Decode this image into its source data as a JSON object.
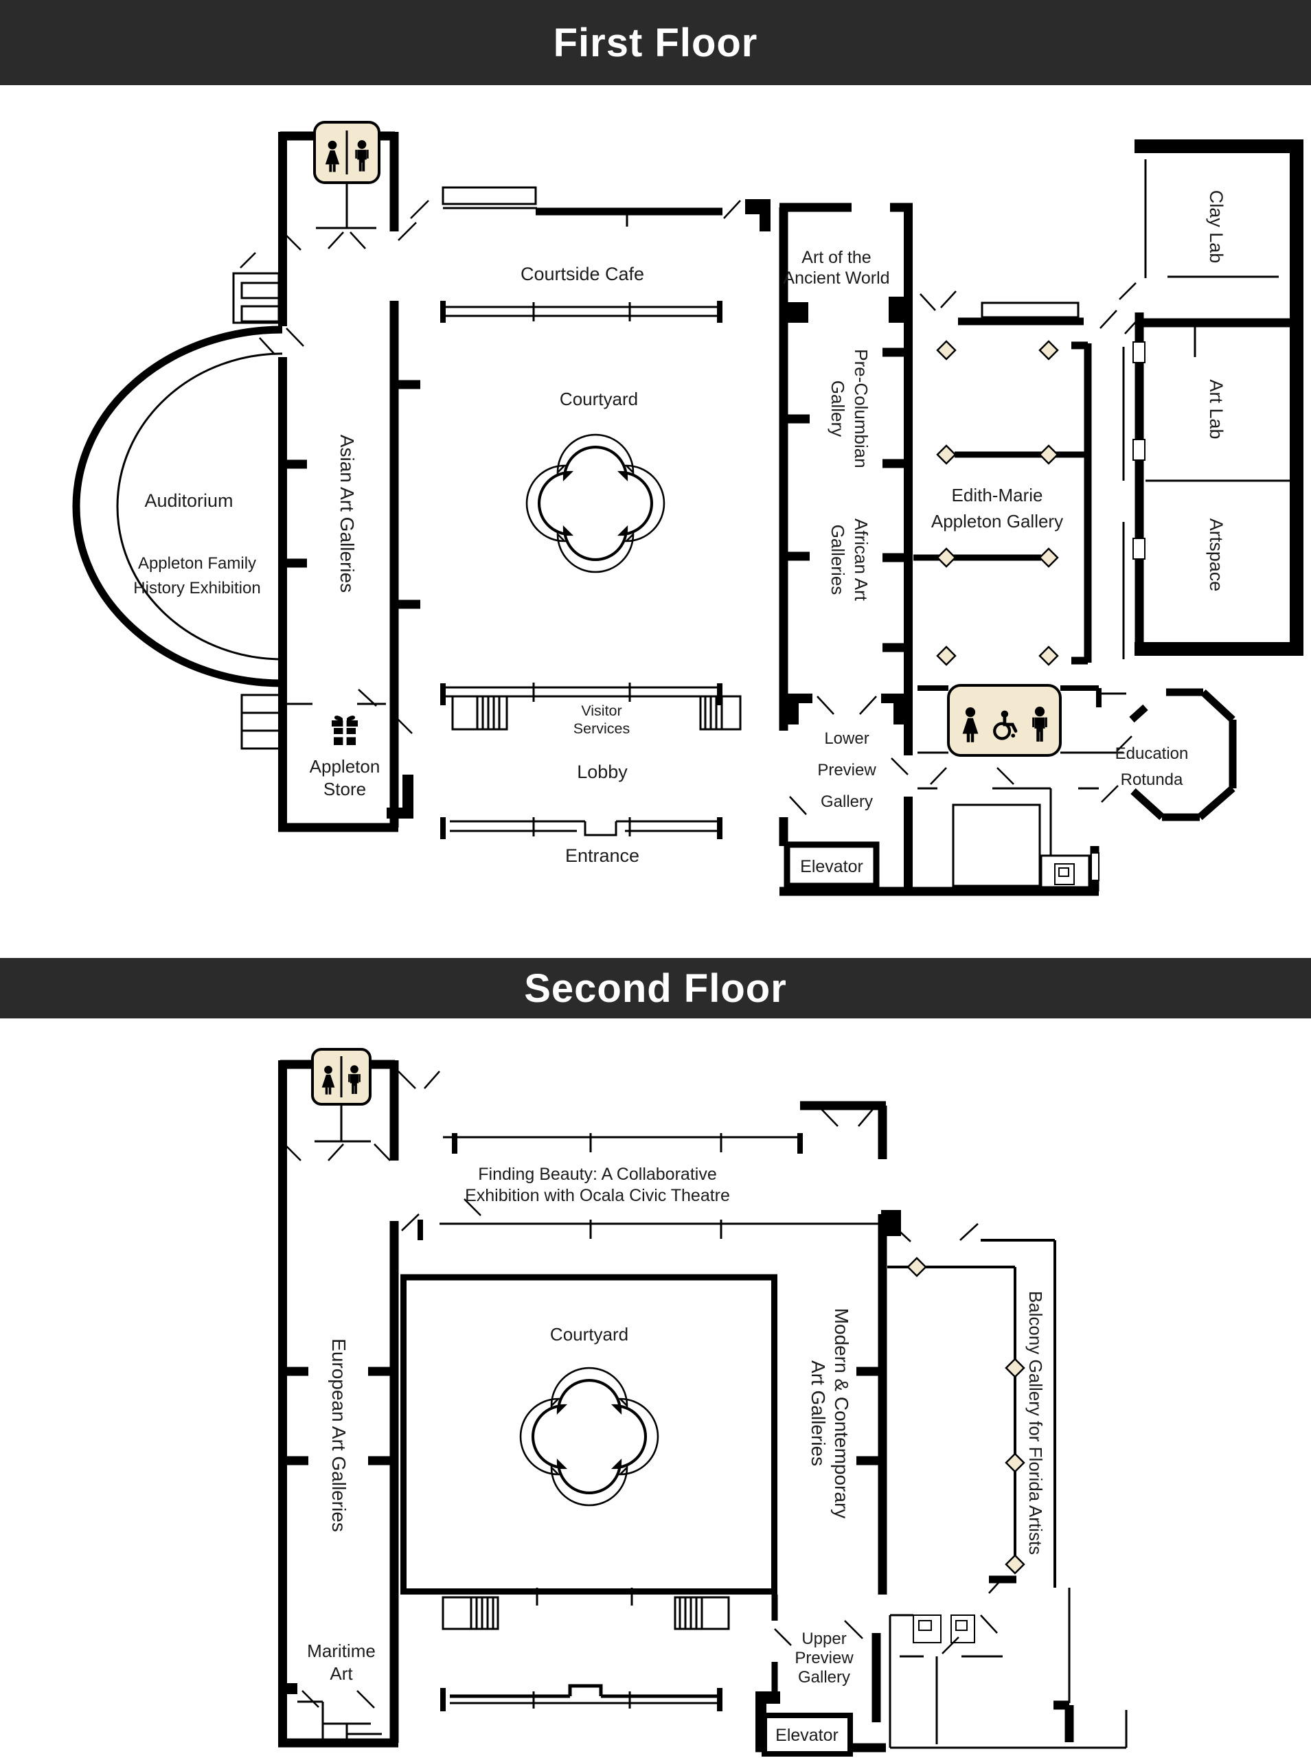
{
  "colors": {
    "banner_bg": "#2b2b2b",
    "banner_text": "#ffffff",
    "wall": "#000000",
    "sign_bg": "#f2e9d0",
    "diamond_fill": "#f2e9d0"
  },
  "icons": {
    "restroom_first_floor": [
      "woman",
      "man"
    ],
    "restroom_lower_level": [
      "woman",
      "wheelchair",
      "man"
    ],
    "restroom_second_floor": [
      "woman",
      "man"
    ],
    "store": "gift"
  },
  "f1": {
    "title": "First Floor",
    "rooms": {
      "courtside_cafe": "Courtside Cafe",
      "art_ancient": [
        "Art of the",
        "Ancient World"
      ],
      "courtyard": "Courtyard",
      "auditorium": "Auditorium",
      "appleton_family": [
        "Appleton Family",
        "History Exhibition"
      ],
      "asian": "Asian Art Galleries",
      "pre_columbian": [
        "Pre-Columbian",
        "Gallery"
      ],
      "african": [
        "African Art",
        "Galleries"
      ],
      "edith_marie": [
        "Edith-Marie",
        "Appleton Gallery"
      ],
      "clay_lab": "Clay Lab",
      "art_lab": "Art Lab",
      "artspace": "Artspace",
      "appleton_store": [
        "Appleton",
        "Store"
      ],
      "visitor_services": [
        "Visitor",
        "Services"
      ],
      "lobby": "Lobby",
      "lower_preview": [
        "Lower",
        "Preview",
        "Gallery"
      ],
      "education_rotunda": [
        "Education",
        "Rotunda"
      ],
      "elevator": "Elevator",
      "entrance": "Entrance"
    }
  },
  "f2": {
    "title": "Second Floor",
    "rooms": {
      "finding_beauty": [
        "Finding Beauty: A Collaborative",
        "Exhibition with Ocala Civic Theatre"
      ],
      "courtyard": "Courtyard",
      "european": "European Art Galleries",
      "modern": [
        "Modern & Contemporary",
        "Art Galleries"
      ],
      "balcony": "Balcony Gallery for Florida Artists",
      "maritime": [
        "Maritime",
        "Art"
      ],
      "upper_preview": [
        "Upper",
        "Preview",
        "Gallery"
      ],
      "elevator": "Elevator"
    }
  }
}
